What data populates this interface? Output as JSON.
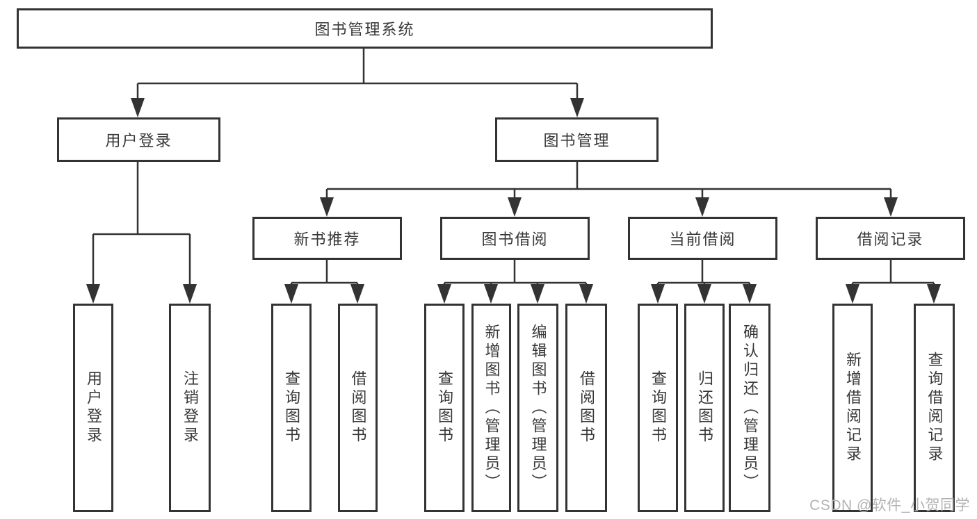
{
  "diagram": {
    "title": "图书管理系统",
    "watermark": "CSDN @软件_小贺同学",
    "colors": {
      "line": "#333333",
      "box_border": "#333333",
      "box_fill": "#ffffff",
      "text": "#383838",
      "watermark": "#b3b3b3",
      "background": "#ffffff"
    },
    "tree": {
      "label": "图书管理系统",
      "children": [
        {
          "label": "用户登录",
          "children": [
            {
              "label": "用户登录"
            },
            {
              "label": "注销登录"
            }
          ]
        },
        {
          "label": "图书管理",
          "children": [
            {
              "label": "新书推荐",
              "children": [
                {
                  "label": "查询图书"
                },
                {
                  "label": "借阅图书"
                }
              ]
            },
            {
              "label": "图书借阅",
              "children": [
                {
                  "label": "查询图书"
                },
                {
                  "label": "新增图书（管理员）"
                },
                {
                  "label": "编辑图书（管理员）"
                },
                {
                  "label": "借阅图书"
                }
              ]
            },
            {
              "label": "当前借阅",
              "children": [
                {
                  "label": "查询图书"
                },
                {
                  "label": "归还图书"
                },
                {
                  "label": "确认归还（管理员）"
                }
              ]
            },
            {
              "label": "借阅记录",
              "children": [
                {
                  "label": "新增借阅记录"
                },
                {
                  "label": "查询借阅记录"
                }
              ]
            }
          ]
        }
      ]
    }
  }
}
